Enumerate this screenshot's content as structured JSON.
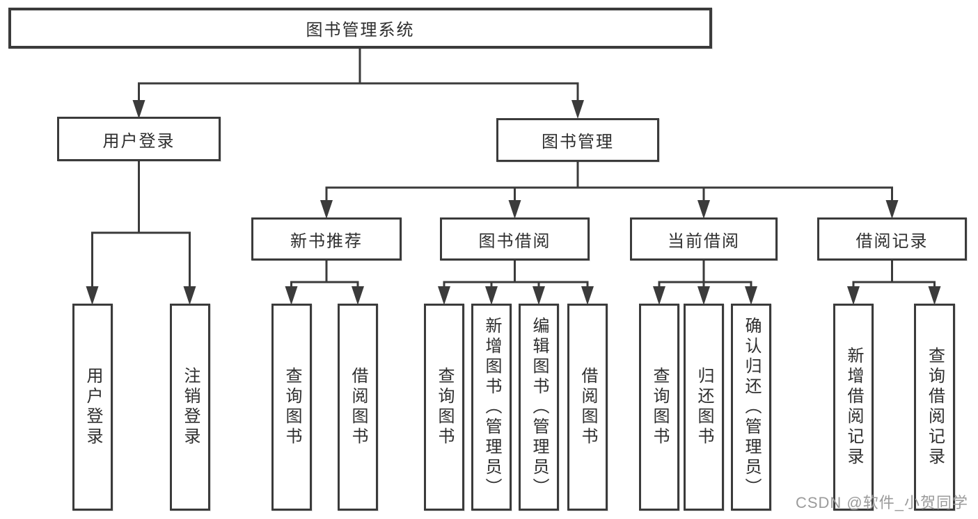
{
  "diagram": {
    "root": "图书管理系统",
    "level2": {
      "user_login": "用户登录",
      "book_mgmt": "图书管理"
    },
    "level3": {
      "new_books": "新书推荐",
      "book_borrow": "图书借阅",
      "current_borrow": "当前借阅",
      "borrow_records": "借阅记录"
    },
    "leaves": {
      "user_login": [
        "用户登录",
        "注销登录"
      ],
      "new_books": [
        "查询图书",
        "借阅图书"
      ],
      "book_borrow": [
        "查询图书",
        "新增图书（管理员）",
        "编辑图书（管理员）",
        "借阅图书"
      ],
      "current_borrow": [
        "查询图书",
        "归还图书",
        "确认归还（管理员）"
      ],
      "borrow_records": [
        "新增借阅记录",
        "查询借阅记录"
      ]
    },
    "watermark": "CSDN @软件_小贺同学"
  },
  "colors": {
    "line": "#3b3b3b",
    "text": "#2e2e2e",
    "watermark": "#9b9b9b",
    "background": "#ffffff"
  }
}
